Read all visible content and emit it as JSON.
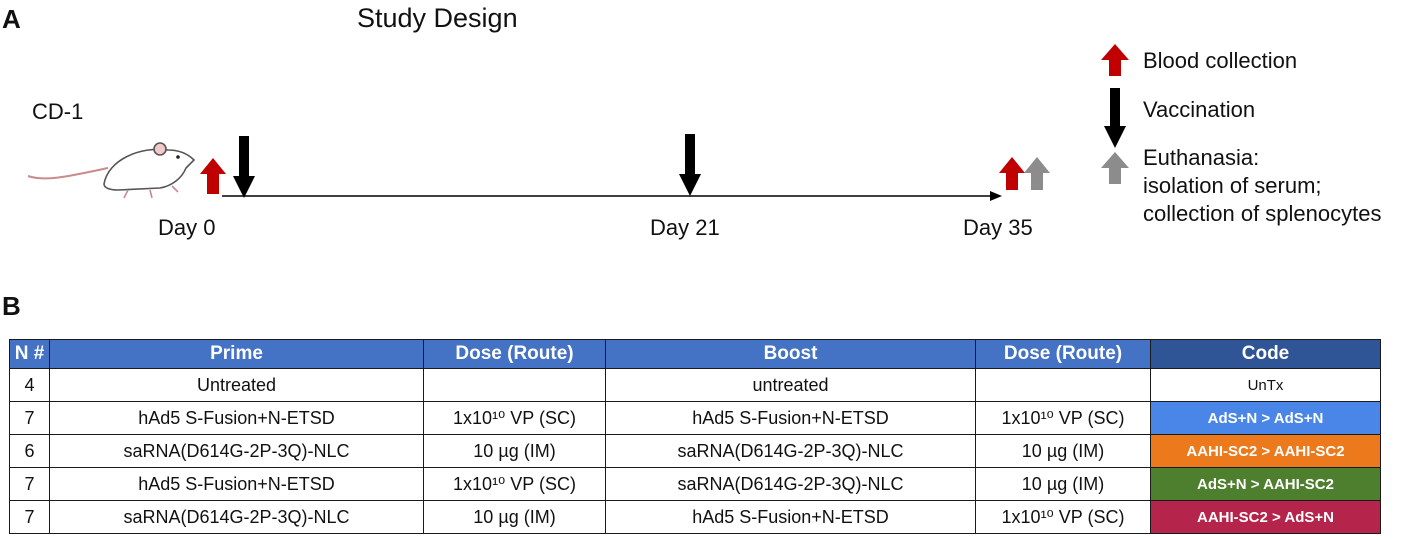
{
  "panel_a": {
    "label": "A",
    "title": "Study Design",
    "animal": "CD-1",
    "days": [
      "Day 0",
      "Day 21",
      "Day 35"
    ],
    "legend": {
      "blood": "Blood collection",
      "vaccination": "Vaccination",
      "euthanasia_line1": "Euthanasia:",
      "euthanasia_line2": "isolation of serum;",
      "euthanasia_line3": "collection of splenocytes"
    },
    "colors": {
      "blood": "#c00000",
      "vaccination": "#000000",
      "euthanasia": "#8c8c8c"
    }
  },
  "panel_b": {
    "label": "B",
    "headers": [
      "N #",
      "Prime",
      "Dose (Route)",
      "Boost",
      "Dose (Route)",
      "Code"
    ],
    "rows": [
      {
        "n": "4",
        "prime": "Untreated",
        "prime_dose": "",
        "boost": "untreated",
        "boost_dose": "",
        "code": "UnTx",
        "code_color": "#ffffff"
      },
      {
        "n": "7",
        "prime": "hAd5 S-Fusion+N-ETSD",
        "prime_dose": "1x10¹⁰ VP (SC)",
        "boost": "hAd5 S-Fusion+N-ETSD",
        "boost_dose": "1x10¹⁰ VP (SC)",
        "code": "AdS+N  > AdS+N",
        "code_color": "#4a86e8"
      },
      {
        "n": "6",
        "prime": "saRNA(D614G-2P-3Q)-NLC",
        "prime_dose": "10 µg (IM)",
        "boost": "saRNA(D614G-2P-3Q)-NLC",
        "boost_dose": "10 µg (IM)",
        "code": "AAHI-SC2 > AAHI-SC2",
        "code_color": "#ec7a1c"
      },
      {
        "n": "7",
        "prime": "hAd5 S-Fusion+N-ETSD",
        "prime_dose": "1x10¹⁰ VP (SC)",
        "boost": "saRNA(D614G-2P-3Q)-NLC",
        "boost_dose": "10 µg (IM)",
        "code": "AdS+N > AAHI-SC2",
        "code_color": "#4e7f2f"
      },
      {
        "n": "7",
        "prime": "saRNA(D614G-2P-3Q)-NLC",
        "prime_dose": "10 µg (IM)",
        "boost": "hAd5 S-Fusion+N-ETSD",
        "boost_dose": "1x10¹⁰ VP (SC)",
        "code": "AAHI-SC2 > AdS+N",
        "code_color": "#b5244a"
      }
    ]
  }
}
